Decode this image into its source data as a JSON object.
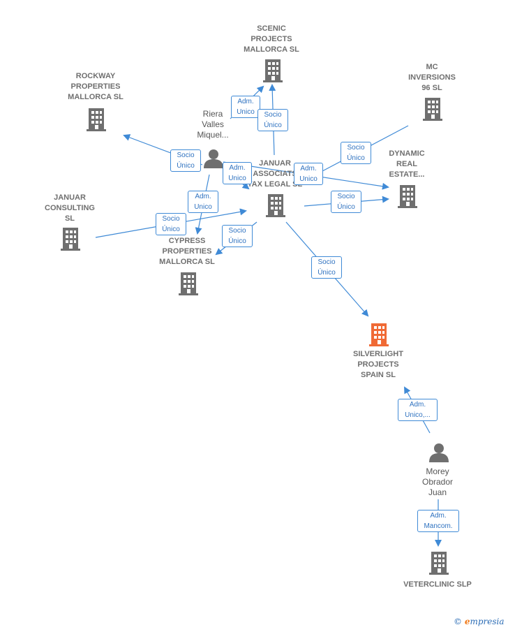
{
  "colors": {
    "edge": "#3f8ad6",
    "building": "#6f6f6f",
    "building_highlight": "#f06a35",
    "person": "#6f6f6f"
  },
  "nodes": {
    "scenic": [
      "SCENIC",
      "PROJECTS",
      "MALLORCA  SL"
    ],
    "rockway": [
      "ROCKWAY",
      "PROPERTIES",
      "MALLORCA  SL"
    ],
    "mc": [
      "MC",
      "INVERSIONS",
      "96  SL"
    ],
    "riera": [
      "Riera",
      "Valles",
      "Miquel..."
    ],
    "januar_assoc": [
      "JANUAR",
      "ASSOCIATS",
      "TAX LEGAL  SL"
    ],
    "dynamic": [
      "DYNAMIC",
      "REAL",
      "ESTATE..."
    ],
    "januar_consulting": [
      "JANUAR",
      "CONSULTING",
      "SL"
    ],
    "cypress": [
      "CYPRESS",
      "PROPERTIES",
      "MALLORCA  SL"
    ],
    "silverlight": [
      "SILVERLIGHT",
      "PROJECTS",
      "SPAIN  SL"
    ],
    "morey": [
      "Morey",
      "Obrador",
      "Juan"
    ],
    "veterclinic": [
      "VETERCLINIC SLP"
    ]
  },
  "edges": {
    "adm_scenic": [
      "Adm.",
      "Unico"
    ],
    "socio_scenic": [
      "Socio",
      "Único"
    ],
    "socio_rockway": [
      "Socio",
      "Único"
    ],
    "adm_januar": [
      "Adm.",
      "Unico"
    ],
    "adm_dynamic": [
      "Adm.",
      "Unico"
    ],
    "socio_mc": [
      "Socio",
      "Único"
    ],
    "socio_dynamic": [
      "Socio",
      "Único"
    ],
    "adm_cypress": [
      "Adm.",
      "Unico"
    ],
    "socio_jc": [
      "Socio",
      "Único"
    ],
    "socio_cypress": [
      "Socio",
      "Único"
    ],
    "socio_silverlight": [
      "Socio",
      "Único"
    ],
    "adm_silverlight": [
      "Adm.",
      "Unico,..."
    ],
    "adm_veterclinic": [
      "Adm.",
      "Mancom."
    ]
  },
  "footer": {
    "copyright": "©",
    "brand_initial": "e",
    "brand_rest": "mpresia"
  }
}
